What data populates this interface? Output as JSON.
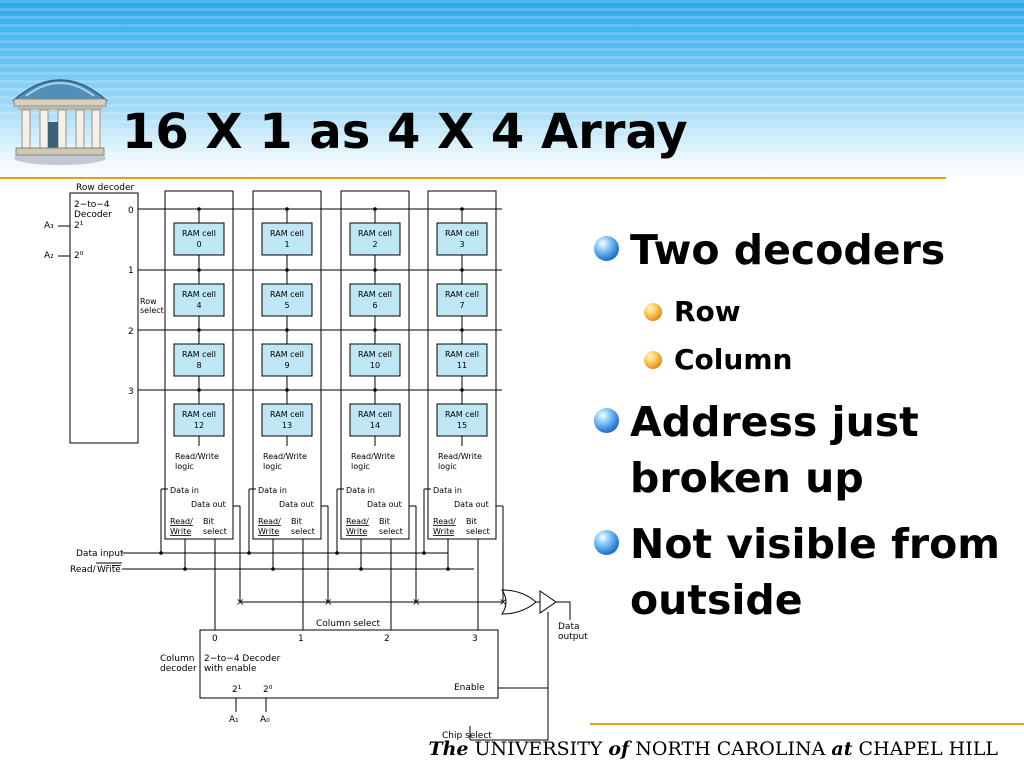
{
  "slide": {
    "title": "16 X 1 as 4 X 4 Array",
    "footer": {
      "the": "The",
      "university": "UNIVERSITY",
      "of": "of",
      "nc": "NORTH CAROLINA",
      "at": "at",
      "ch": "CHAPEL HILL"
    }
  },
  "bullets": [
    {
      "text": "Two decoders",
      "level": 1
    },
    {
      "text": "Row",
      "level": 2
    },
    {
      "text": "Column",
      "level": 2
    },
    {
      "text": "Address just broken up",
      "level": 1
    },
    {
      "text": "Not visible from outside",
      "level": 1
    }
  ],
  "diagram": {
    "row_decoder_label": "Row decoder",
    "row_decoder_type": "2−to−4",
    "row_decoder_type2": "Decoder",
    "a3": "A₃",
    "a2": "A₂",
    "p21": "2¹",
    "p20": "2⁰",
    "row_outputs": [
      "0",
      "1",
      "2",
      "3"
    ],
    "row_select": "Row",
    "row_select2": "select",
    "cell_label": "RAM cell",
    "cells": [
      "0",
      "1",
      "2",
      "3",
      "4",
      "5",
      "6",
      "7",
      "8",
      "9",
      "10",
      "11",
      "12",
      "13",
      "14",
      "15"
    ],
    "rw_logic": "Read/Write",
    "rw_logic2": "logic",
    "data_in": "Data in",
    "data_out": "Data out",
    "read_slash": "Read/",
    "write": "Write",
    "bit": "Bit",
    "select": "select",
    "data_input": "Data input",
    "read_write": "Read/",
    "read_write_bar": "Write",
    "column_select": "Column select",
    "col_outputs": [
      "0",
      "1",
      "2",
      "3"
    ],
    "column_decoder": "Column",
    "column_decoder2": "decoder",
    "col_dec_type": "2−to−4 Decoder",
    "col_dec_type2": "with enable",
    "a1": "A₁",
    "a0": "A₀",
    "enable": "Enable",
    "chip_select": "Chip select",
    "data_output": "Data",
    "data_output2": "output"
  }
}
